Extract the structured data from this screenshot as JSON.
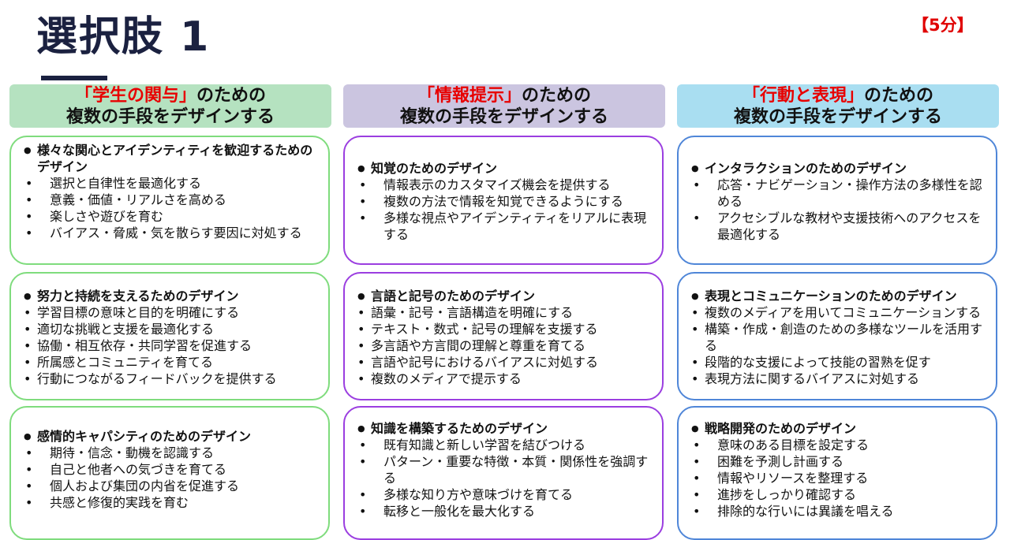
{
  "page": {
    "title": "選択肢 1",
    "time_badge": "【5分】"
  },
  "columns": [
    {
      "header_highlight": "「学生の関与」",
      "header_line1_rest": "のための",
      "header_line2": "複数の手段をデザインする",
      "cards": [
        {
          "title": "様々な関心とアイデンティティを歓迎するためのデザイン",
          "items": [
            "選択と自律性を最適化する",
            "意義・価値・リアルさを高める",
            "楽しさや遊びを育む",
            "バイアス・脅威・気を散らす要因に対処する"
          ]
        },
        {
          "title": "努力と持続を支えるためのデザイン",
          "items": [
            "学習目標の意味と目的を明確にする",
            "適切な挑戦と支援を最適化する",
            "協働・相互依存・共同学習を促進する",
            "所属感とコミュニティを育てる",
            "行動につながるフィードバックを提供する"
          ]
        },
        {
          "title": "感情的キャパシティのためのデザイン",
          "items": [
            "期待・信念・動機を認識する",
            "自己と他者への気づきを育てる",
            "個人および集団の内省を促進する",
            "共感と修復的実践を育む"
          ]
        }
      ]
    },
    {
      "header_highlight": "「情報提示」",
      "header_line1_rest": "のための",
      "header_line2": "複数の手段をデザインする",
      "cards": [
        {
          "title": "知覚のためのデザイン",
          "items": [
            "情報表示のカスタマイズ機会を提供する",
            "複数の方法で情報を知覚できるようにする",
            "多様な視点やアイデンティティをリアルに表現する"
          ]
        },
        {
          "title": "言語と記号のためのデザイン",
          "items": [
            "語彙・記号・言語構造を明確にする",
            "テキスト・数式・記号の理解を支援する",
            "多言語や方言間の理解と尊重を育てる",
            "言語や記号におけるバイアスに対処する",
            "複数のメディアで提示する"
          ]
        },
        {
          "title": "知識を構築するためのデザイン",
          "items": [
            "既有知識と新しい学習を結びつける",
            "パターン・重要な特徴・本質・関係性を強調する",
            "多様な知り方や意味づけを育てる",
            "転移と一般化を最大化する"
          ]
        }
      ]
    },
    {
      "header_highlight": "「行動と表現」",
      "header_line1_rest": "のための",
      "header_line2": "複数の手段をデザインする",
      "cards": [
        {
          "title": "インタラクションのためのデザイン",
          "items": [
            "応答・ナビゲーション・操作方法の多様性を認める",
            "アクセシブルな教材や支援技術へのアクセスを最適化する"
          ]
        },
        {
          "title": "表現とコミュニケーションのためのデザイン",
          "items": [
            "複数のメディアを用いてコミュニケーションする",
            "構築・作成・創造のための多様なツールを活用する",
            "段階的な支援によって技能の習熟を促す",
            "表現方法に関するバイアスに対処する"
          ]
        },
        {
          "title": "戦略開発のためのデザイン",
          "items": [
            "意味のある目標を設定する",
            "困難を予測し計画する",
            "情報やリソースを整理する",
            "進捗をしっかり確認する",
            "排除的な行いには異議を唱える"
          ]
        }
      ]
    }
  ]
}
